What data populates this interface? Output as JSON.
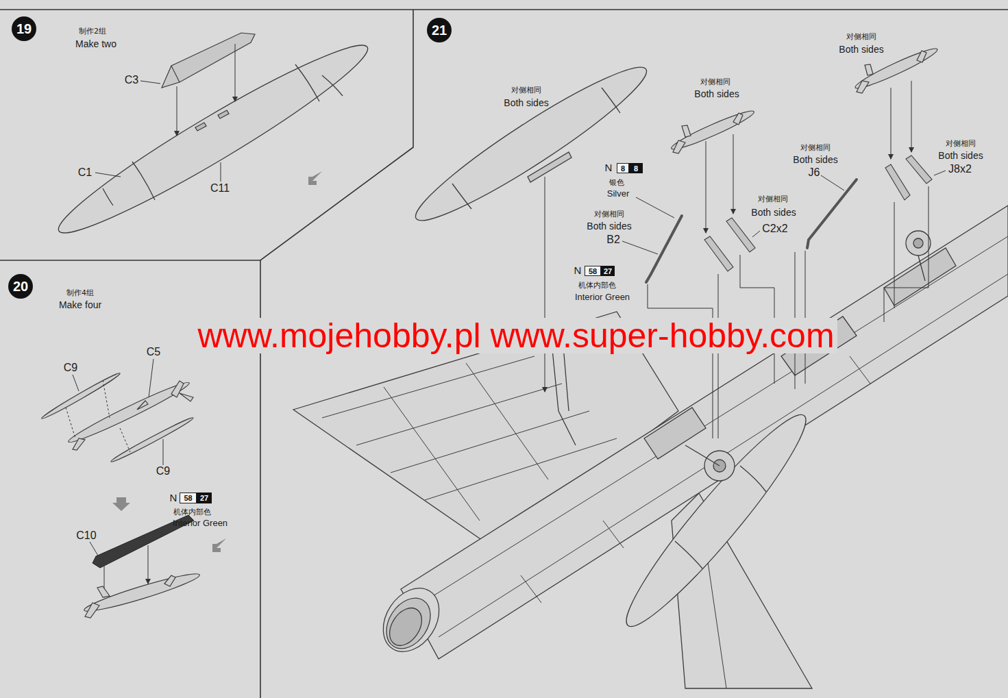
{
  "diagram": {
    "nodes": [
      {
        "text": [
          "19"
        ]
      },
      {
        "text": [
          "20"
        ]
      },
      {
        "text": [
          "58"
        ]
      },
      {
        "text": [
          "27"
        ]
      },
      {
        "text": [
          "21"
        ]
      },
      {
        "text": [
          "8"
        ]
      },
      {
        "text": [
          "8"
        ]
      },
      {
        "text": [
          "58"
        ]
      },
      {
        "text": [
          "27"
        ]
      }
    ],
    "labels": [
      "制作2组",
      "Make two",
      "C3",
      "C1",
      "C11",
      "制作4组",
      "Make four",
      "C9",
      "C5",
      "C9",
      "N",
      "机体内部色",
      "Interior Green",
      "C10",
      "对侧相同",
      "Both sides",
      "N",
      "银色",
      "Silver",
      "对侧相同",
      "Both sides",
      "B2",
      "N",
      "机体内部色",
      "Interior Green",
      "对侧相同",
      "Both sides",
      "对侧相同",
      "Both sides",
      "对侧相同",
      "Both sides",
      "J6",
      "对侧相同",
      "Both sides",
      "J8x2",
      "对侧相同",
      "Both sides",
      "C2x2",
      "www.mojehobby.pl www.super-hobby.com"
    ]
  }
}
